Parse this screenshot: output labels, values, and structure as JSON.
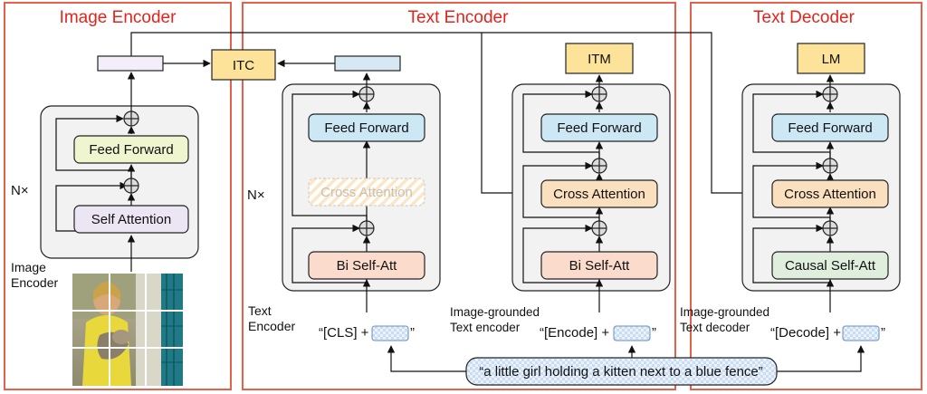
{
  "sections": {
    "image_encoder": "Image Encoder",
    "text_encoder": "Text Encoder",
    "text_decoder": "Text Decoder"
  },
  "heads": {
    "itc": "ITC",
    "itm": "ITM",
    "lm": "LM"
  },
  "blocks": {
    "feed_forward": "Feed Forward",
    "self_attention": "Self Attention",
    "cross_attention": "Cross Attention",
    "bi_self_att": "Bi Self-Att",
    "causal_self_att": "Causal Self-Att"
  },
  "repeat": "N×",
  "labels": {
    "image_encoder_line1": "Image",
    "image_encoder_line2": "Encoder",
    "text_encoder_line1": "Text",
    "text_encoder_line2": "Encoder",
    "ig_text_encoder_line1": "Image-grounded",
    "ig_text_encoder_line2": "Text encoder",
    "ig_text_decoder_line1": "Image-grounded",
    "ig_text_decoder_line2": "Text decoder"
  },
  "inputs": {
    "cls": "“[CLS] +",
    "encode": "“[Encode] +",
    "decode": "“[Decode] +",
    "close_quote": "”"
  },
  "caption": "“a little girl holding a kitten next to a blue fence”",
  "colors": {
    "section_border": "#e8604c",
    "section_title": "#e4231b",
    "feed_forward_image": "#eef5cf",
    "self_attention": "#ece6f4",
    "feed_forward_text": "#cde8f5",
    "cross_attention": "#fbe0bf",
    "bi_self_att": "#fbdccc",
    "causal_self_att": "#dfeedd",
    "heads": "#fde39a",
    "container": "#f2f2f2"
  }
}
